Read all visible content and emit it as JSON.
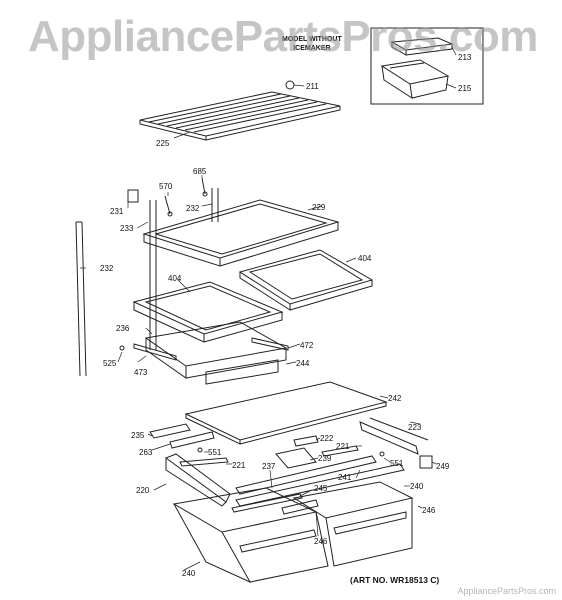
{
  "watermark": "AppliancePartsPros.com",
  "inset_label_line1": "MODEL WITHOUT",
  "inset_label_line2": "ICEMAKER",
  "art_no": "(ART NO. WR18513 C)",
  "footer_watermark": "AppliancePartsPros.com",
  "callouts": {
    "c211": "211",
    "c213": "213",
    "c215": "215",
    "c225": "225",
    "c570": "570",
    "c685": "685",
    "c231": "231",
    "c232a": "232",
    "c229": "229",
    "c233": "233",
    "c232b": "232",
    "c404a": "404",
    "c404b": "404",
    "c236": "236",
    "c472": "472",
    "c525": "525",
    "c244": "244",
    "c473": "473",
    "c242": "242",
    "c223": "223",
    "c235": "235",
    "c222": "222",
    "c221a": "221",
    "c263": "263",
    "c551a": "551",
    "c239": "239",
    "c551b": "551",
    "c249": "249",
    "c221b": "221",
    "c237": "237",
    "c241": "241",
    "c220": "220",
    "c245": "245",
    "c240a": "240",
    "c246a": "246",
    "c246b": "246",
    "c240b": "240"
  }
}
